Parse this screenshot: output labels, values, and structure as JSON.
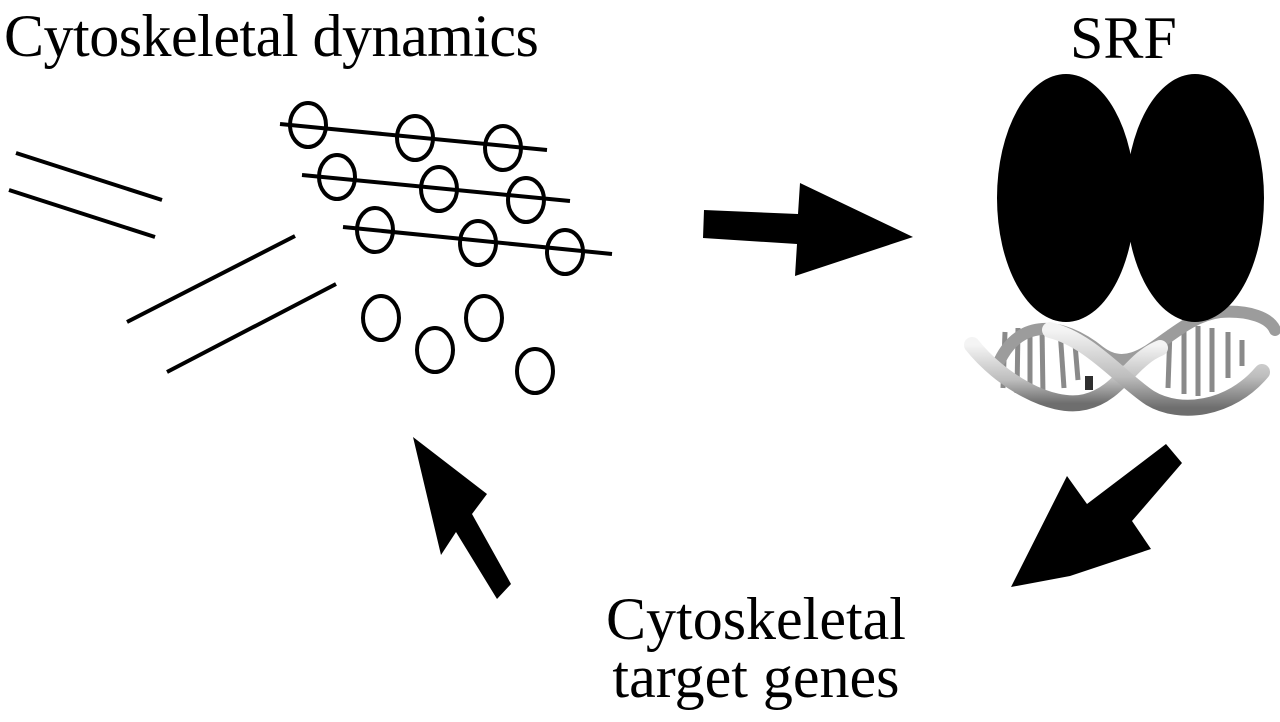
{
  "labels": {
    "cytoskeletal_dynamics": "Cytoskeletal dynamics",
    "srf": "SRF",
    "target_genes_line1": "Cytoskeletal",
    "target_genes_line2": "target genes"
  },
  "colors": {
    "background": "#ffffff",
    "ink": "#000000",
    "dna_light": "#e8e8e8",
    "dna_mid": "#9a9a9a",
    "dna_dark": "#3a3a3a"
  },
  "components": {
    "filaments_with_monomers": 3,
    "monomers_per_filament": 3,
    "free_monomers": 4,
    "loose_filaments": 4,
    "srf_subunits": 2
  },
  "flow": [
    {
      "from": "Cytoskeletal dynamics",
      "to": "SRF"
    },
    {
      "from": "SRF",
      "to": "Cytoskeletal target genes"
    },
    {
      "from": "Cytoskeletal target genes",
      "to": "Cytoskeletal dynamics"
    }
  ]
}
